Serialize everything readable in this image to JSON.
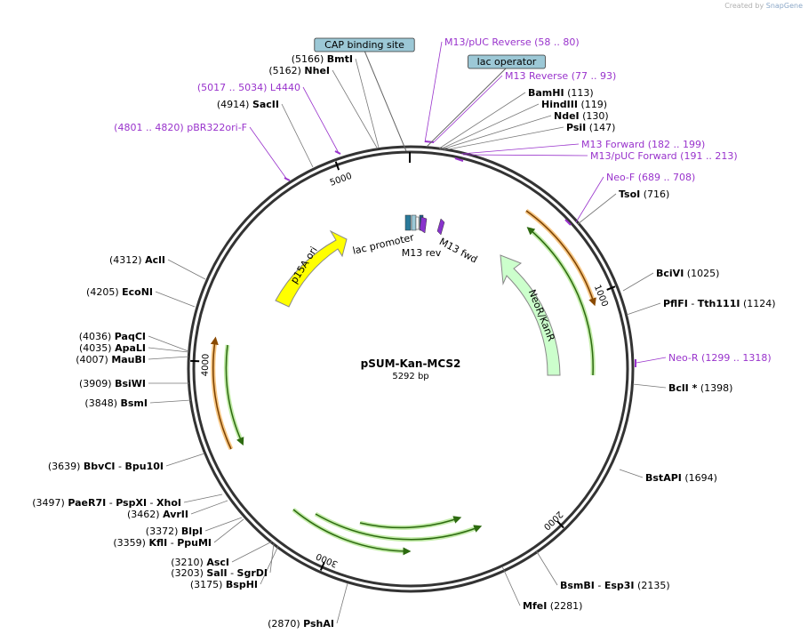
{
  "credit": {
    "prefix": "Created by",
    "brand": "SnapGene"
  },
  "plasmid": {
    "name": "pSUM-Kan-MCS2",
    "length": "5292 bp",
    "length_bp": 5292
  },
  "colors": {
    "primer": "#9933cc",
    "site": "#000000",
    "backbone": "#333333",
    "feature_box": "#9cc8d6",
    "p15A": "#ffff00",
    "neo": "#ccffcc",
    "orf_green": "#3a7a1a",
    "orf_orange": "#e07a00"
  },
  "backbone_ticks": [
    {
      "bp": 1000,
      "label": "1000"
    },
    {
      "bp": 2000,
      "label": "2000"
    },
    {
      "bp": 3000,
      "label": "3000"
    },
    {
      "bp": 4000,
      "label": "4000"
    },
    {
      "bp": 5000,
      "label": "5000"
    }
  ],
  "labels": [
    {
      "kind": "box",
      "text": "CAP binding site"
    },
    {
      "kind": "primer",
      "text": "M13/pUC Reverse",
      "range": "(58 .. 80)"
    },
    {
      "kind": "box",
      "text": "lac operator"
    },
    {
      "kind": "primer",
      "text": "M13 Reverse",
      "range": "(77 .. 93)"
    },
    {
      "kind": "site",
      "name": "BamHI",
      "pos": "(113)"
    },
    {
      "kind": "site",
      "name": "HindIII",
      "pos": "(119)"
    },
    {
      "kind": "site",
      "name": "NdeI",
      "pos": "(130)"
    },
    {
      "kind": "site",
      "name": "PsiI",
      "pos": "(147)"
    },
    {
      "kind": "primer",
      "text": "M13 Forward",
      "range": "(182 .. 199)"
    },
    {
      "kind": "primer",
      "text": "M13/pUC Forward",
      "range": "(191 .. 213)"
    },
    {
      "kind": "primer",
      "text": "Neo-F",
      "range": "(689 .. 708)"
    },
    {
      "kind": "site",
      "name": "TsoI",
      "pos": "(716)"
    },
    {
      "kind": "site",
      "name": "BciVI",
      "pos": "(1025)"
    },
    {
      "kind": "site",
      "name": "PflFI",
      "name2": "Tth111I",
      "pos": "(1124)"
    },
    {
      "kind": "primer",
      "text": "Neo-R",
      "range": "(1299 .. 1318)"
    },
    {
      "kind": "site",
      "name": "BclI *",
      "pos": "(1398)"
    },
    {
      "kind": "site",
      "name": "BstAPI",
      "pos": "(1694)"
    },
    {
      "kind": "site",
      "name": "BsmBI",
      "name2": "Esp3I",
      "pos": "(2135)"
    },
    {
      "kind": "site",
      "name": "MfeI",
      "pos": "(2281)"
    },
    {
      "kind": "site",
      "name": "PshAI",
      "pos": "(2870)"
    },
    {
      "kind": "site",
      "name": "BspHI",
      "pos": "(3175)"
    },
    {
      "kind": "site",
      "name": "SalI",
      "name2": "SgrDI",
      "pos": "(3203)"
    },
    {
      "kind": "site",
      "name": "AscI",
      "pos": "(3210)"
    },
    {
      "kind": "site",
      "name": "KflI",
      "name2": "PpuMI",
      "pos": "(3359)"
    },
    {
      "kind": "site",
      "name": "BlpI",
      "pos": "(3372)"
    },
    {
      "kind": "site",
      "name": "AvrII",
      "pos": "(3462)"
    },
    {
      "kind": "site",
      "name": "PaeR7I",
      "name2": "PspXI",
      "name3": "XhoI",
      "pos": "(3497)"
    },
    {
      "kind": "site",
      "name": "BbvCI",
      "name2": "Bpu10I",
      "pos": "(3639)"
    },
    {
      "kind": "site",
      "name": "BsmI",
      "pos": "(3848)"
    },
    {
      "kind": "site",
      "name": "BsiWI",
      "pos": "(3909)"
    },
    {
      "kind": "site",
      "name": "MauBI",
      "pos": "(4007)"
    },
    {
      "kind": "site",
      "name": "ApaLI",
      "pos": "(4035)"
    },
    {
      "kind": "site",
      "name": "PaqCI",
      "pos": "(4036)"
    },
    {
      "kind": "site",
      "name": "EcoNI",
      "pos": "(4205)"
    },
    {
      "kind": "site",
      "name": "AclI",
      "pos": "(4312)"
    },
    {
      "kind": "primer",
      "text": "pBR322ori-F",
      "range": "(4801 .. 4820)"
    },
    {
      "kind": "site",
      "name": "SacII",
      "pos": "(4914)"
    },
    {
      "kind": "primer",
      "text": "L4440",
      "range": "(5017 .. 5034)"
    },
    {
      "kind": "site",
      "name": "NheI",
      "pos": "(5162)"
    },
    {
      "kind": "site",
      "name": "BmtI",
      "pos": "(5166)"
    }
  ],
  "features": [
    {
      "name": "p15A ori",
      "color": "#ffff00"
    },
    {
      "name": "NeoR/KanR",
      "color": "#ccffcc"
    },
    {
      "name": "lac promoter"
    },
    {
      "name": "M13 rev"
    },
    {
      "name": "M13 fwd"
    }
  ]
}
